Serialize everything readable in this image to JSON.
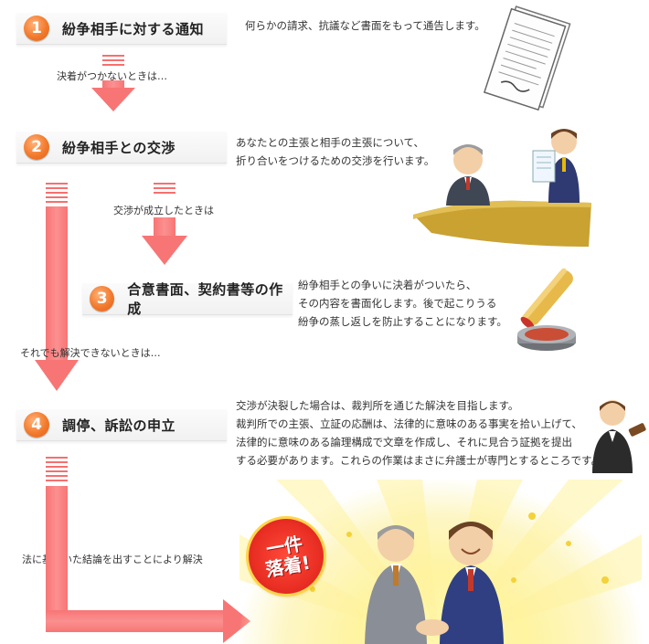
{
  "steps": [
    {
      "num": "1",
      "title": "紛争相手に対する通知"
    },
    {
      "num": "2",
      "title": "紛争相手との交渉"
    },
    {
      "num": "3",
      "title": "合意書面、契約書等の作成"
    },
    {
      "num": "4",
      "title": "調停、訴訟の申立"
    }
  ],
  "descriptions": {
    "step1": "何らかの請求、抗議など書面をもって通告します。",
    "step2_line1": "あなたとの主張と相手の主張について、",
    "step2_line2": "折り合いをつけるための交渉を行います。",
    "step3_line1": "紛争相手との争いに決着がついたら、",
    "step3_line2": "その内容を書面化します。後で起こりうる",
    "step3_line3": "紛争の蒸し返しを防止することになります。",
    "step4_line1": "交渉が決裂した場合は、裁判所を通じた解決を目指します。",
    "step4_line2": "裁判所での主張、立証の応酬は、法律的に意味のある事実を拾い上げて、",
    "step4_line3": "法律的に意味のある論理構成で文章を作成し、それに見合う証拠を提出",
    "step4_line4": "する必要があります。これらの作業はまさに弁護士が専門とするところです。"
  },
  "notes": {
    "no_settlement": "決着がつかないときは…",
    "negotiation_success": "交渉が成立したときは",
    "still_unresolved": "それでも解決できないときは…",
    "legal_resolution": "法に基づいた結論を出すことにより解決"
  },
  "badge": {
    "line1": "一件",
    "line2": "落着!"
  },
  "colors": {
    "accent": "#f27a2c",
    "flow": "#f87575",
    "badge": "#ea2f24"
  }
}
